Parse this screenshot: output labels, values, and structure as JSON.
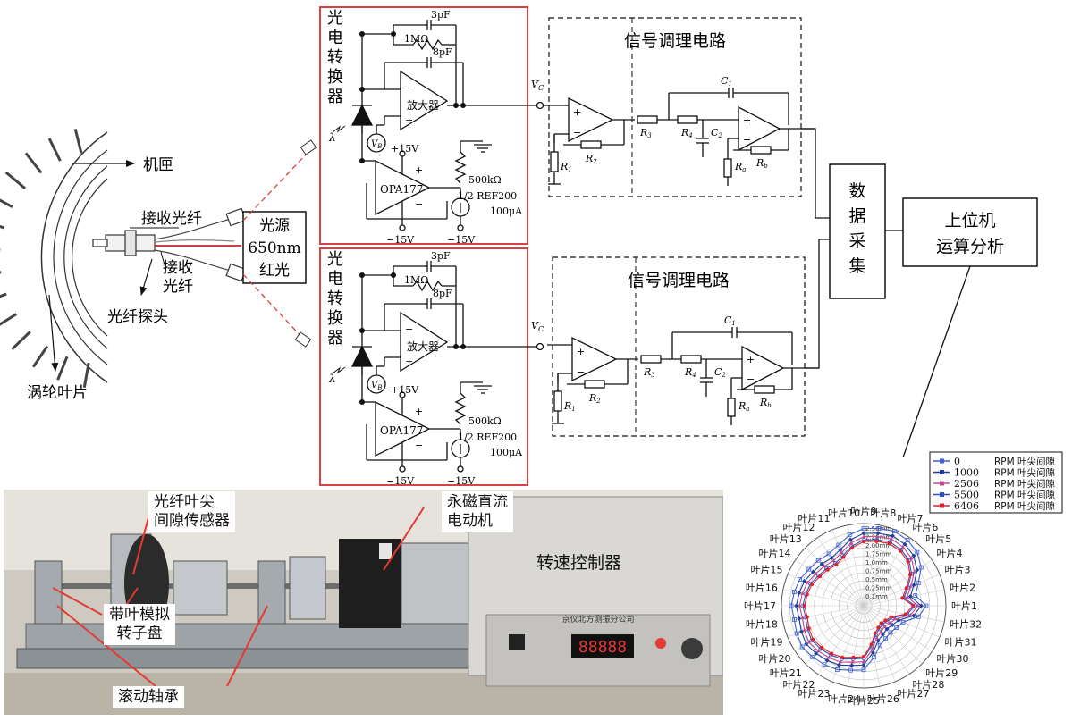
{
  "labels": {
    "casing": "机匣",
    "receive_fiber_1": "接收光纤",
    "receive_fiber_2a": "接收",
    "receive_fiber_2b": "光纤",
    "fiber_probe": "光纤探头",
    "turbine_blade": "涡轮叶片",
    "light_source_1": "光源",
    "light_source_2": "650nm",
    "light_source_3": "红光",
    "pe_converter": [
      "光",
      "电",
      "转",
      "换",
      "器"
    ],
    "amplifier": "放大器",
    "opa": "OPA177",
    "ref200": "1/2 REF200",
    "current": "100μA",
    "res_pot": "500kΩ",
    "res_fb": "1MΩ",
    "cap_3pf": "3pF",
    "cap_8pf": "8pF",
    "plus15": "+15V",
    "minus15": "−15V",
    "lambda": "λ",
    "vb": "V",
    "vb_sub": "B",
    "vc": "V",
    "vc_sub": "C",
    "signal_conditioning": "信号调理电路",
    "r1": "R",
    "r1_sub": "1",
    "r2": "R",
    "r2_sub": "2",
    "r3": "R",
    "r3_sub": "3",
    "r4": "R",
    "r4_sub": "4",
    "ra": "R",
    "ra_sub": "a",
    "rb": "R",
    "rb_sub": "b",
    "c1": "C",
    "c1_sub": "1",
    "c2": "C",
    "c2_sub": "2",
    "daq": [
      "数",
      "据",
      "采",
      "集"
    ],
    "host_1": "上位机",
    "host_2": "运算分析"
  },
  "photo": {
    "sensor_label_1": "光纤叶尖",
    "sensor_label_2": "间隙传感器",
    "motor_label_1": "永磁直流",
    "motor_label_2": "电动机",
    "controller_label": "转速控制器",
    "rotor_label_1": "带叶模拟",
    "rotor_label_2": "转子盘",
    "bearing_label": "滚动轴承",
    "brand": "京仪北方测振分公司",
    "display_value": "88888"
  },
  "chart_data": {
    "type": "radar",
    "categories": [
      "叶片1",
      "叶片2",
      "叶片3",
      "叶片4",
      "叶片5",
      "叶片6",
      "叶片7",
      "叶片8",
      "叶片9",
      "叶片10",
      "叶片11",
      "叶片12",
      "叶片13",
      "叶片14",
      "叶片15",
      "叶片16",
      "叶片17",
      "叶片18",
      "叶片19",
      "叶片20",
      "叶片21",
      "叶片22",
      "叶片23",
      "叶片24",
      "叶片25",
      "叶片26",
      "叶片27",
      "叶片28",
      "叶片29",
      "叶片30",
      "叶片31",
      "叶片32"
    ],
    "rings": [
      "2.50mm",
      "2.25mm",
      "2.00mm",
      "1.75mm",
      "1.0mm",
      "0.75mm",
      "0.5mm",
      "0.25mm",
      "0.1mm"
    ],
    "rmax": 2.5,
    "legend_placement": "top-right",
    "series": [
      {
        "name": "0",
        "unit": "RPM 叶尖间隙",
        "color": "#3d5fd1",
        "marker": "square",
        "values": [
          1.9,
          1.6,
          1.8,
          2.1,
          2.3,
          2.4,
          2.45,
          2.4,
          2.35,
          2.2,
          2.0,
          1.9,
          1.95,
          2.0,
          2.1,
          2.15,
          2.2,
          2.15,
          2.2,
          2.25,
          2.2,
          2.15,
          2.1,
          2.0,
          1.95,
          1.6,
          1.3,
          1.2,
          1.15,
          1.2,
          1.3,
          1.7
        ]
      },
      {
        "name": "1000",
        "unit": "RPM 叶尖间隙",
        "color": "#1f3f9a",
        "marker": "diamond",
        "values": [
          1.75,
          1.45,
          1.65,
          1.95,
          2.15,
          2.25,
          2.3,
          2.25,
          2.2,
          2.05,
          1.85,
          1.75,
          1.8,
          1.85,
          1.95,
          2.0,
          2.05,
          2.0,
          2.05,
          2.1,
          2.05,
          2.0,
          1.95,
          1.85,
          1.8,
          1.45,
          1.15,
          1.05,
          1.0,
          1.05,
          1.15,
          1.55
        ]
      },
      {
        "name": "2506",
        "unit": "RPM 叶尖间隙",
        "color": "#c24a8f",
        "marker": "triangle",
        "values": [
          1.65,
          1.35,
          1.55,
          1.85,
          2.05,
          2.15,
          2.2,
          2.15,
          2.1,
          1.95,
          1.75,
          1.65,
          1.7,
          1.75,
          1.85,
          1.9,
          1.95,
          1.9,
          1.95,
          2.0,
          1.95,
          1.9,
          1.85,
          1.75,
          1.7,
          1.35,
          1.05,
          0.95,
          0.9,
          0.95,
          1.05,
          1.45
        ]
      },
      {
        "name": "5500",
        "unit": "RPM 叶尖间隙",
        "color": "#2f52c2",
        "marker": "circle",
        "values": [
          1.55,
          1.25,
          1.45,
          1.75,
          1.95,
          2.05,
          2.1,
          2.05,
          2.0,
          1.85,
          1.65,
          1.55,
          1.6,
          1.65,
          1.75,
          1.8,
          1.85,
          1.8,
          1.85,
          1.9,
          1.85,
          1.8,
          1.75,
          1.65,
          1.6,
          1.25,
          0.95,
          0.85,
          0.8,
          0.85,
          0.95,
          1.35
        ]
      },
      {
        "name": "6406",
        "unit": "RPM 叶尖间隙",
        "color": "#e0202a",
        "marker": "star",
        "values": [
          1.5,
          1.2,
          1.4,
          1.7,
          1.9,
          2.0,
          2.05,
          2.0,
          1.95,
          1.8,
          1.6,
          1.5,
          1.55,
          1.6,
          1.7,
          1.75,
          1.8,
          1.75,
          1.8,
          1.85,
          1.8,
          1.75,
          1.7,
          1.6,
          1.55,
          1.2,
          0.9,
          0.8,
          0.75,
          0.8,
          0.9,
          1.3
        ]
      }
    ]
  }
}
